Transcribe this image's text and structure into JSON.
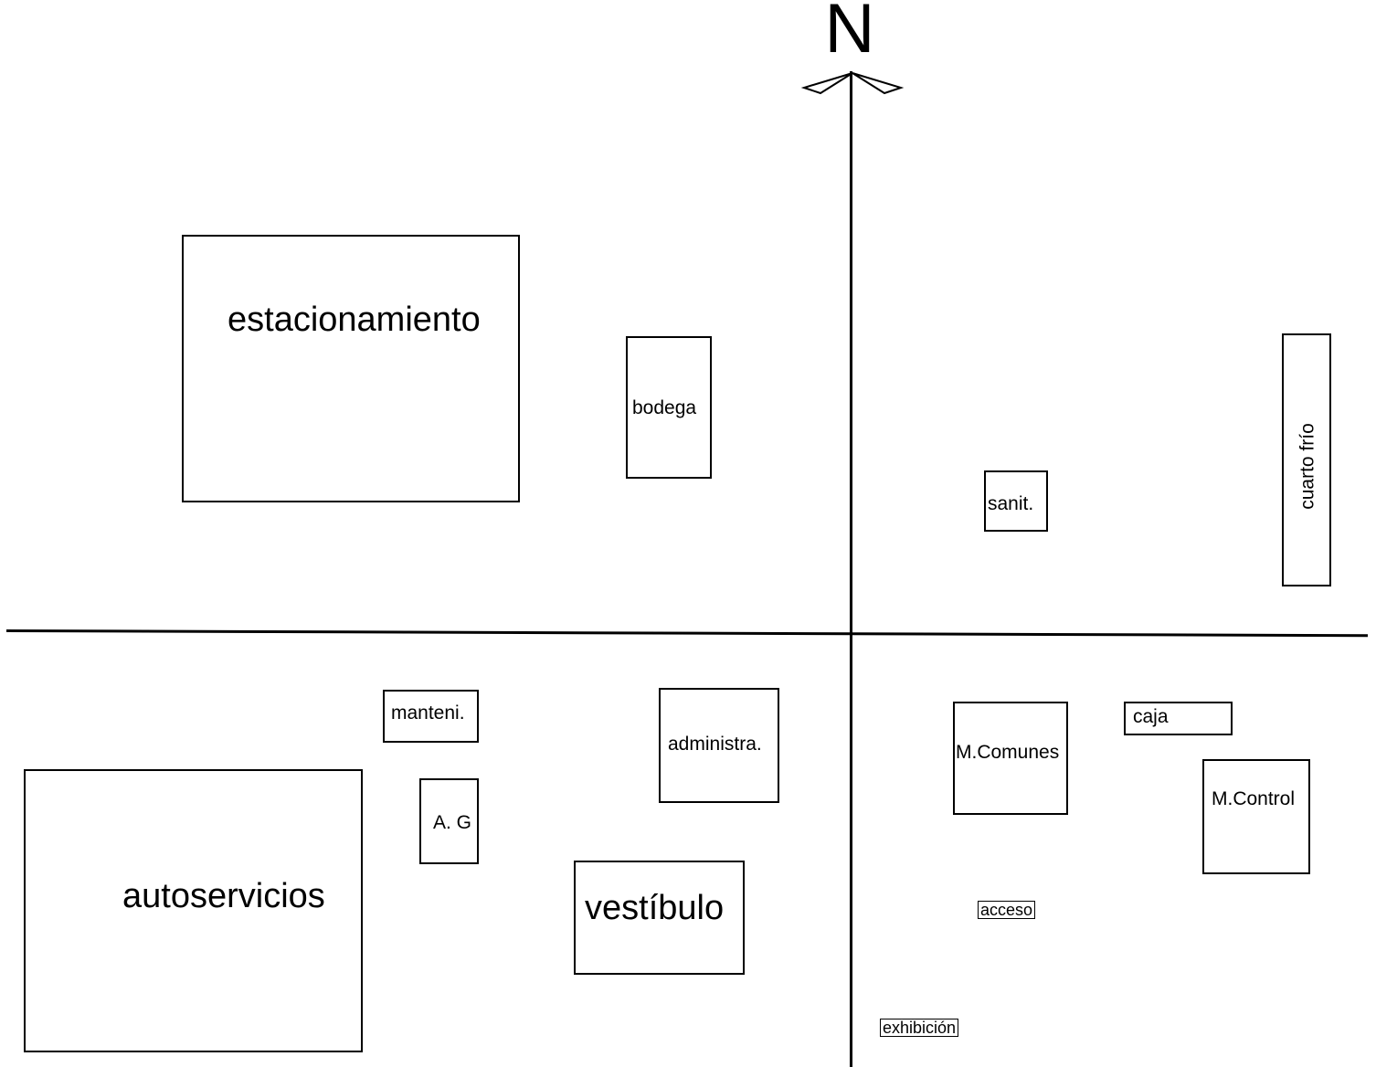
{
  "compass": {
    "letter": "N",
    "icon": "north-arrow-icon"
  },
  "rooms": {
    "estacionamiento": "estacionamiento",
    "bodega": "bodega",
    "sanit": "sanit.",
    "cuarto_frio": "cuarto frío",
    "manteni": "manteni.",
    "administra": "administra.",
    "ag": "A. G",
    "autoservicios": "autoservicios",
    "vestibulo": "vestíbulo",
    "m_comunes": "M.Comunes",
    "caja": "caja",
    "m_control": "M.Control",
    "acceso": "acceso",
    "exhibicion": "exhibición"
  }
}
